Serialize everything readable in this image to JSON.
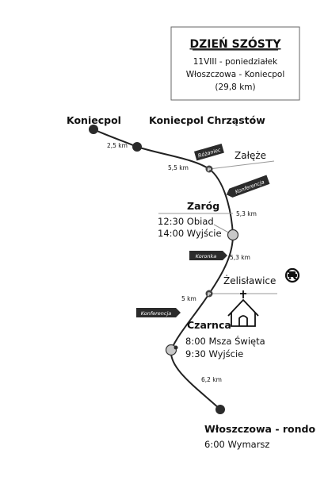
{
  "header": {
    "title": "DZIEŃ SZÓSTY",
    "date": "11VIII - poniedziałek",
    "route": "Włoszczowa - Koniecpol",
    "distance": "(29,8 km)"
  },
  "places": {
    "koniecpol": "Koniecpol",
    "chrzastow": "Koniecpol Chrząstów",
    "zaleze": "Załęże",
    "zarog": "Zaróg",
    "zelislawice": "Żelisławice",
    "czarnca": "Czarnca",
    "wloszczowa": "Włoszczowa - rondo"
  },
  "schedule": {
    "zarog_obiad": "12:30 Obiad",
    "zarog_wyjscie": "14:00 Wyjście",
    "czarnca_msza": "8:00 Msza Święta",
    "czarnca_wyjscie": "9:30 Wyjście",
    "wloszczowa_wymarsz": "6:00 Wymarsz"
  },
  "distances": {
    "d1": "2,5 km",
    "d2": "5,5 km",
    "d3": "5,3 km",
    "d4": "5,3 km",
    "d5": "5 km",
    "d6": "6,2 km"
  },
  "tags": {
    "rozaniec": "Różaniec",
    "konferencja1": "Konferencja",
    "koronka": "Koronka",
    "konferencja2": "Konferencja"
  },
  "markers": {
    "parking": "P"
  },
  "icons": {
    "no_car": "no-car-icon",
    "church": "church-icon"
  },
  "colors": {
    "route": "#222222",
    "stop_fill": "#c8c8c8",
    "endpoint_fill": "#2b2b2b",
    "tag_fill": "#2b2b2b",
    "tag_text": "#ffffff"
  }
}
